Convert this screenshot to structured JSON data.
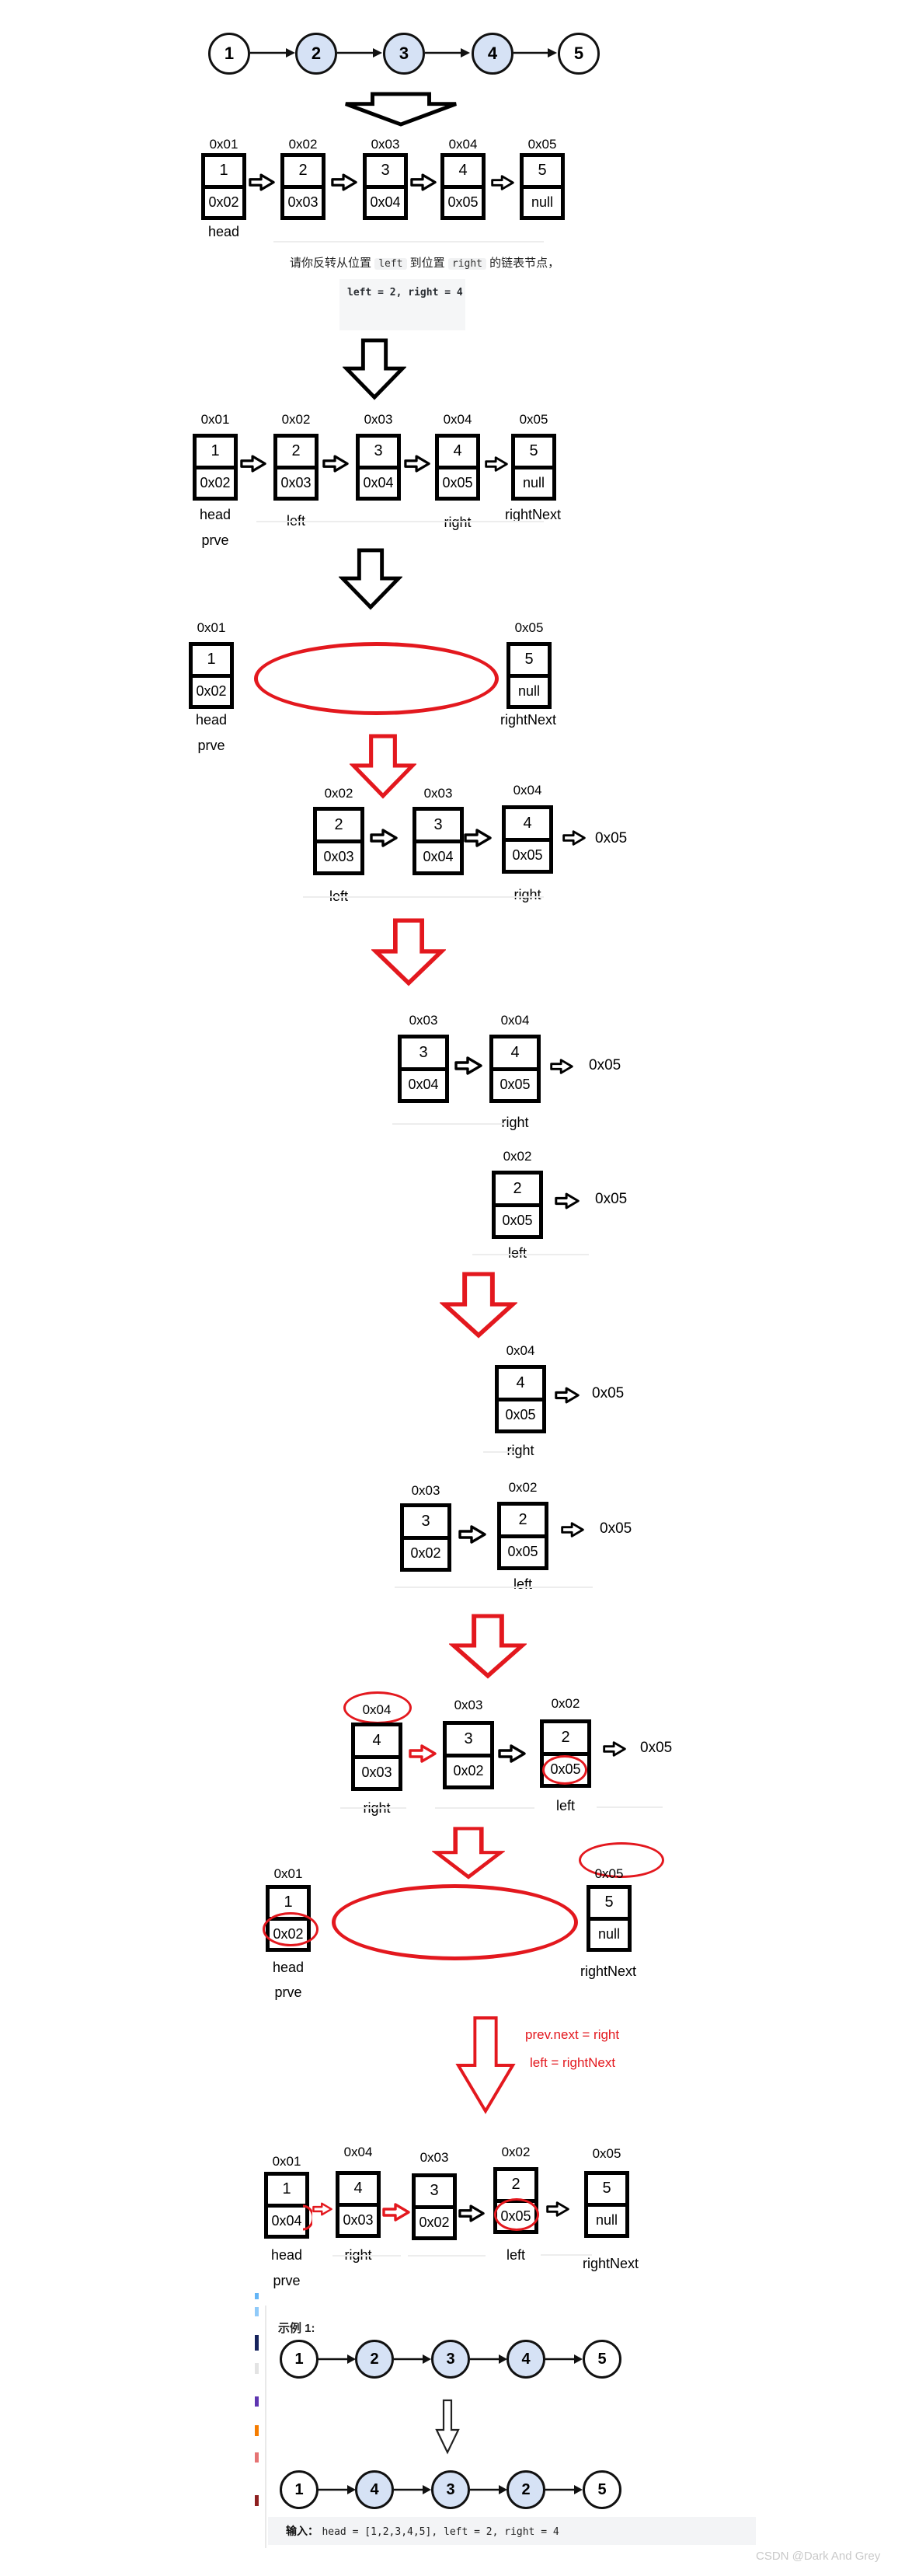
{
  "watermark": "CSDN @Dark And Grey",
  "colors": {
    "red_accent": "#e3181e",
    "node_fill_blue": "#d6e2f5"
  },
  "problem": {
    "pre": "请你反转从位置",
    "left_code": "left",
    "mid": "到位置",
    "right_code": "right",
    "post": "的链表节点，",
    "params": "left = 2, right = 4"
  },
  "notes": {
    "line1": "prev.next = right",
    "line2": "left = rightNext"
  },
  "labels": {
    "head": "head",
    "prve": "prve",
    "left": "left",
    "right": "right",
    "rightNext": "rightNext"
  },
  "tail": "0x05",
  "lists": {
    "top": [
      "1",
      "2",
      "3",
      "4",
      "5"
    ],
    "before": [
      "1",
      "2",
      "3",
      "4",
      "5"
    ],
    "after": [
      "1",
      "4",
      "3",
      "2",
      "5"
    ]
  },
  "rows": {
    "r1": [
      {
        "addr": "0x01",
        "val": "1",
        "next": "0x02"
      },
      {
        "addr": "0x02",
        "val": "2",
        "next": "0x03"
      },
      {
        "addr": "0x03",
        "val": "3",
        "next": "0x04"
      },
      {
        "addr": "0x04",
        "val": "4",
        "next": "0x05"
      },
      {
        "addr": "0x05",
        "val": "5",
        "next": "null"
      }
    ],
    "r2": [
      {
        "addr": "0x01",
        "val": "1",
        "next": "0x02"
      },
      {
        "addr": "0x02",
        "val": "2",
        "next": "0x03"
      },
      {
        "addr": "0x03",
        "val": "3",
        "next": "0x04"
      },
      {
        "addr": "0x04",
        "val": "4",
        "next": "0x05"
      },
      {
        "addr": "0x05",
        "val": "5",
        "next": "null"
      }
    ],
    "r3l": {
      "addr": "0x01",
      "val": "1",
      "next": "0x02"
    },
    "r3r": {
      "addr": "0x05",
      "val": "5",
      "next": "null"
    },
    "r4": [
      {
        "addr": "0x02",
        "val": "2",
        "next": "0x03"
      },
      {
        "addr": "0x03",
        "val": "3",
        "next": "0x04"
      },
      {
        "addr": "0x04",
        "val": "4",
        "next": "0x05"
      }
    ],
    "r5": [
      {
        "addr": "0x03",
        "val": "3",
        "next": "0x04"
      },
      {
        "addr": "0x04",
        "val": "4",
        "next": "0x05"
      }
    ],
    "r6": [
      {
        "addr": "0x02",
        "val": "2",
        "next": "0x05"
      }
    ],
    "r7": [
      {
        "addr": "0x04",
        "val": "4",
        "next": "0x05"
      }
    ],
    "r8": [
      {
        "addr": "0x03",
        "val": "3",
        "next": "0x02"
      },
      {
        "addr": "0x02",
        "val": "2",
        "next": "0x05"
      }
    ],
    "r9": [
      {
        "addr": "0x04",
        "val": "4",
        "next": "0x03"
      },
      {
        "addr": "0x03",
        "val": "3",
        "next": "0x02"
      },
      {
        "addr": "0x02",
        "val": "2",
        "next": "0x05"
      }
    ],
    "r10l": {
      "addr": "0x01",
      "val": "1",
      "next": "0x02"
    },
    "r10r": {
      "addr": "0x05",
      "val": "5",
      "next": "null"
    },
    "r11": [
      {
        "addr": "0x01",
        "val": "1",
        "next": "0x04"
      },
      {
        "addr": "0x04",
        "val": "4",
        "next": "0x03"
      },
      {
        "addr": "0x03",
        "val": "3",
        "next": "0x02"
      },
      {
        "addr": "0x02",
        "val": "2",
        "next": "0x05"
      },
      {
        "addr": "0x05",
        "val": "5",
        "next": "null"
      }
    ]
  },
  "example": {
    "heading": "示例 1:",
    "input_label": "输入：",
    "input_value": "head = [1,2,3,4,5], left = 2, right = 4"
  }
}
